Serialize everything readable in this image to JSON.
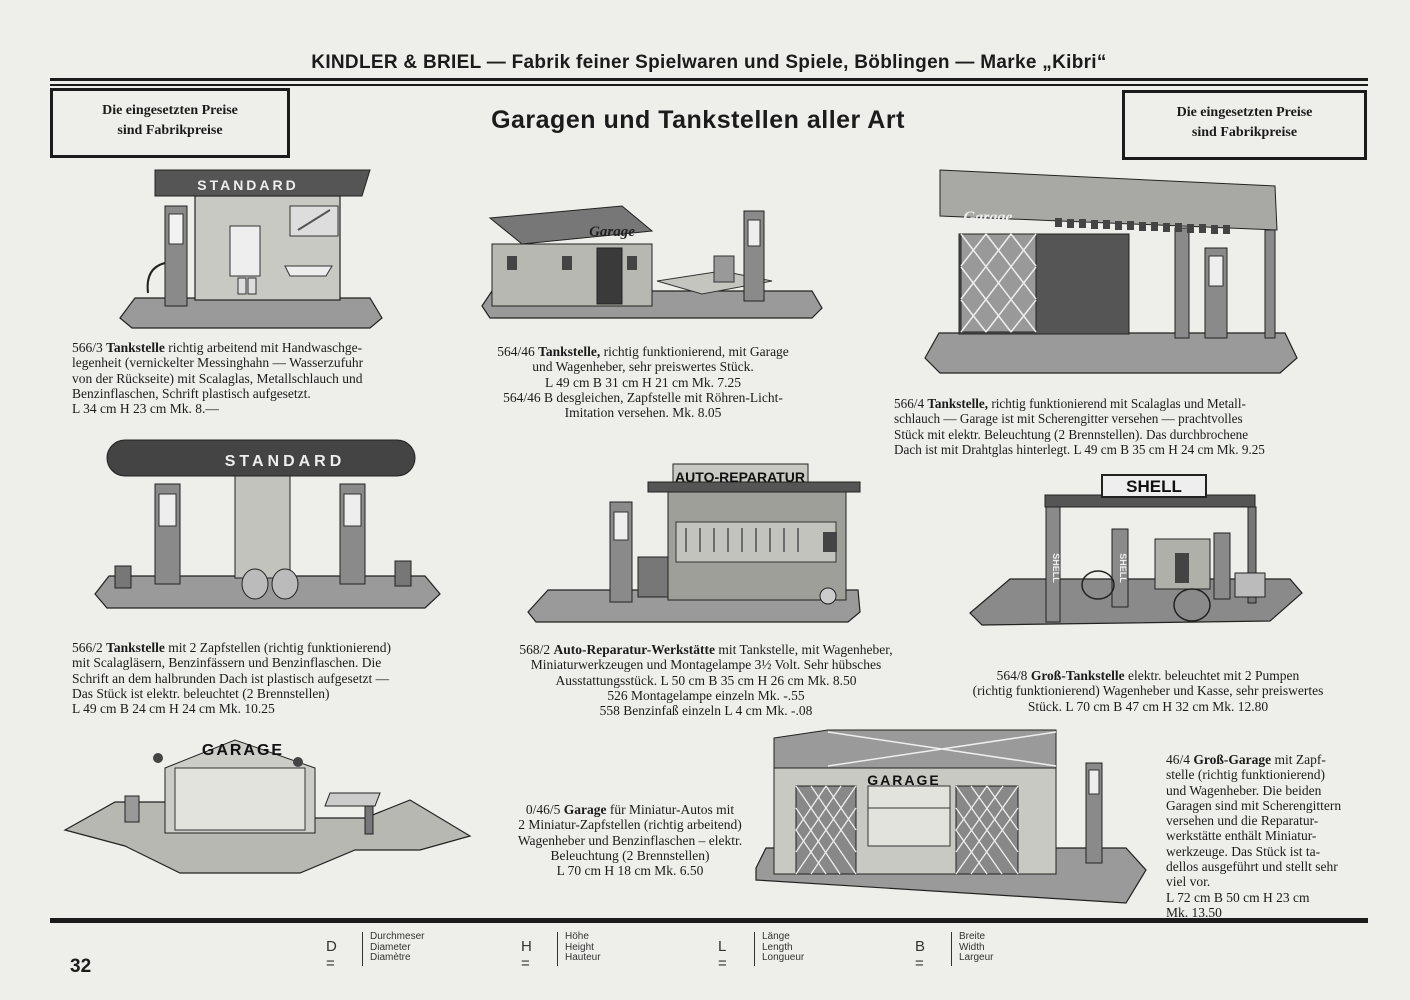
{
  "header": {
    "company_line": "KINDLER & BRIEL — Fabrik feiner Spielwaren und Spiele, Böblingen — Marke „Kibri“",
    "title": "Garagen und Tankstellen aller Art",
    "price_note_left": [
      "Die eingesetzten Preise",
      "sind Fabrikpreise"
    ],
    "price_note_right": [
      "Die eingesetzten Preise",
      "sind Fabrikpreise"
    ]
  },
  "illustrations": {
    "standard_small": "STANDARD",
    "garage_small": "Garage",
    "garage_large": "Garage",
    "standard_large": "STANDARD",
    "auto_reparatur": "AUTO-REPARATUR",
    "shell": "SHELL",
    "shell_post_a": "SHELL",
    "shell_post_b": "SHELL",
    "garage_ramp": "GARAGE",
    "garage_big": "GARAGE"
  },
  "items": [
    {
      "no": "566/3",
      "name": "Tankstelle",
      "lines": [
        "richtig arbeitend mit Handwaschge-",
        "legenheit (vernickelter Messinghahn — Wasserzufuhr",
        "von der Rückseite) mit Scalaglas, Metallschlauch und",
        "Benzinflaschen, Schrift plastisch aufgesetzt.",
        "L 34 cm  H 23 cm  Mk. 8.—"
      ]
    },
    {
      "no": "564/46",
      "name": "Tankstelle,",
      "lines": [
        "richtig funktionierend, mit Garage",
        "und Wagenheber, sehr preiswertes Stück.",
        "L 49 cm  B 31 cm  H 21 cm  Mk. 7.25",
        "564/46 B desgleichen, Zapfstelle mit Röhren-Licht-",
        "Imitation versehen.  Mk. 8.05"
      ]
    },
    {
      "no": "566/4",
      "name": "Tankstelle,",
      "lines": [
        "richtig funktionierend mit Scalaglas und Metall-",
        "schlauch — Garage ist mit Scherengitter versehen — prachtvolles",
        "Stück mit elektr. Beleuchtung (2 Brennstellen). Das durchbrochene",
        "Dach ist mit Drahtglas hinterlegt. L 49 cm  B 35 cm  H 24 cm  Mk. 9.25"
      ]
    },
    {
      "no": "566/2",
      "name": "Tankstelle",
      "lines": [
        "mit 2 Zapfstellen (richtig funktionierend)",
        "mit Scalagläsern, Benzinfässern und Benzinflaschen.  Die",
        "Schrift an dem halbrunden Dach ist plastisch aufgesetzt —",
        "Das Stück ist elektr. beleuchtet (2 Brennstellen)",
        "L 49 cm  B 24 cm  H 24 cm  Mk. 10.25"
      ]
    },
    {
      "no": "568/2",
      "name": "Auto-Reparatur-Werkstätte",
      "lines": [
        "mit Tankstelle, mit Wagenheber,",
        "Miniaturwerkzeugen und Montagelampe 3½ Volt.  Sehr hübsches",
        "Ausstattungsstück.  L 50 cm  B 35 cm  H 26 cm  Mk. 8.50",
        "526 Montagelampe einzeln Mk. -.55",
        "558 Benzinfaß einzeln L 4 cm Mk. -.08"
      ]
    },
    {
      "no": "564/8",
      "name": "Groß-Tankstelle",
      "lines": [
        "elektr. beleuchtet mit 2 Pumpen",
        "(richtig funktionierend) Wagenheber und Kasse, sehr preiswertes",
        "Stück.  L 70 cm  B 47 cm  H 32 cm  Mk. 12.80"
      ]
    },
    {
      "no": "0/46/5",
      "name": "Garage",
      "lines": [
        "für Miniatur-Autos mit",
        "2 Miniatur-Zapfstellen (richtig arbeitend)",
        "Wagenheber und Benzinflaschen – elektr.",
        "Beleuchtung (2 Brennstellen)",
        "L 70 cm  H 18 cm  Mk. 6.50"
      ]
    },
    {
      "no": "46/4",
      "name": "Groß-Garage",
      "lines": [
        "mit Zapf-",
        "stelle (richtig funktionierend)",
        "und Wagenheber.  Die beiden",
        "Garagen sind mit Scherengittern",
        "versehen und die Reparatur-",
        "werkstätte enthält Miniatur-",
        "werkzeuge.  Das Stück ist ta-",
        "dellos ausgeführt und stellt sehr",
        "viel vor.",
        "L 72 cm  B 50 cm  H 23 cm",
        "Mk. 13.50"
      ]
    }
  ],
  "footer": {
    "page_number": "32",
    "legend": [
      {
        "symbol": "D =",
        "words": [
          "Durchmeser",
          "Diameter",
          "Diamètre"
        ]
      },
      {
        "symbol": "H =",
        "words": [
          "Höhe",
          "Height",
          "Hauteur"
        ]
      },
      {
        "symbol": "L =",
        "words": [
          "Länge",
          "Length",
          "Longueur"
        ]
      },
      {
        "symbol": "B =",
        "words": [
          "Breite",
          "Width",
          "Largeur"
        ]
      }
    ]
  }
}
